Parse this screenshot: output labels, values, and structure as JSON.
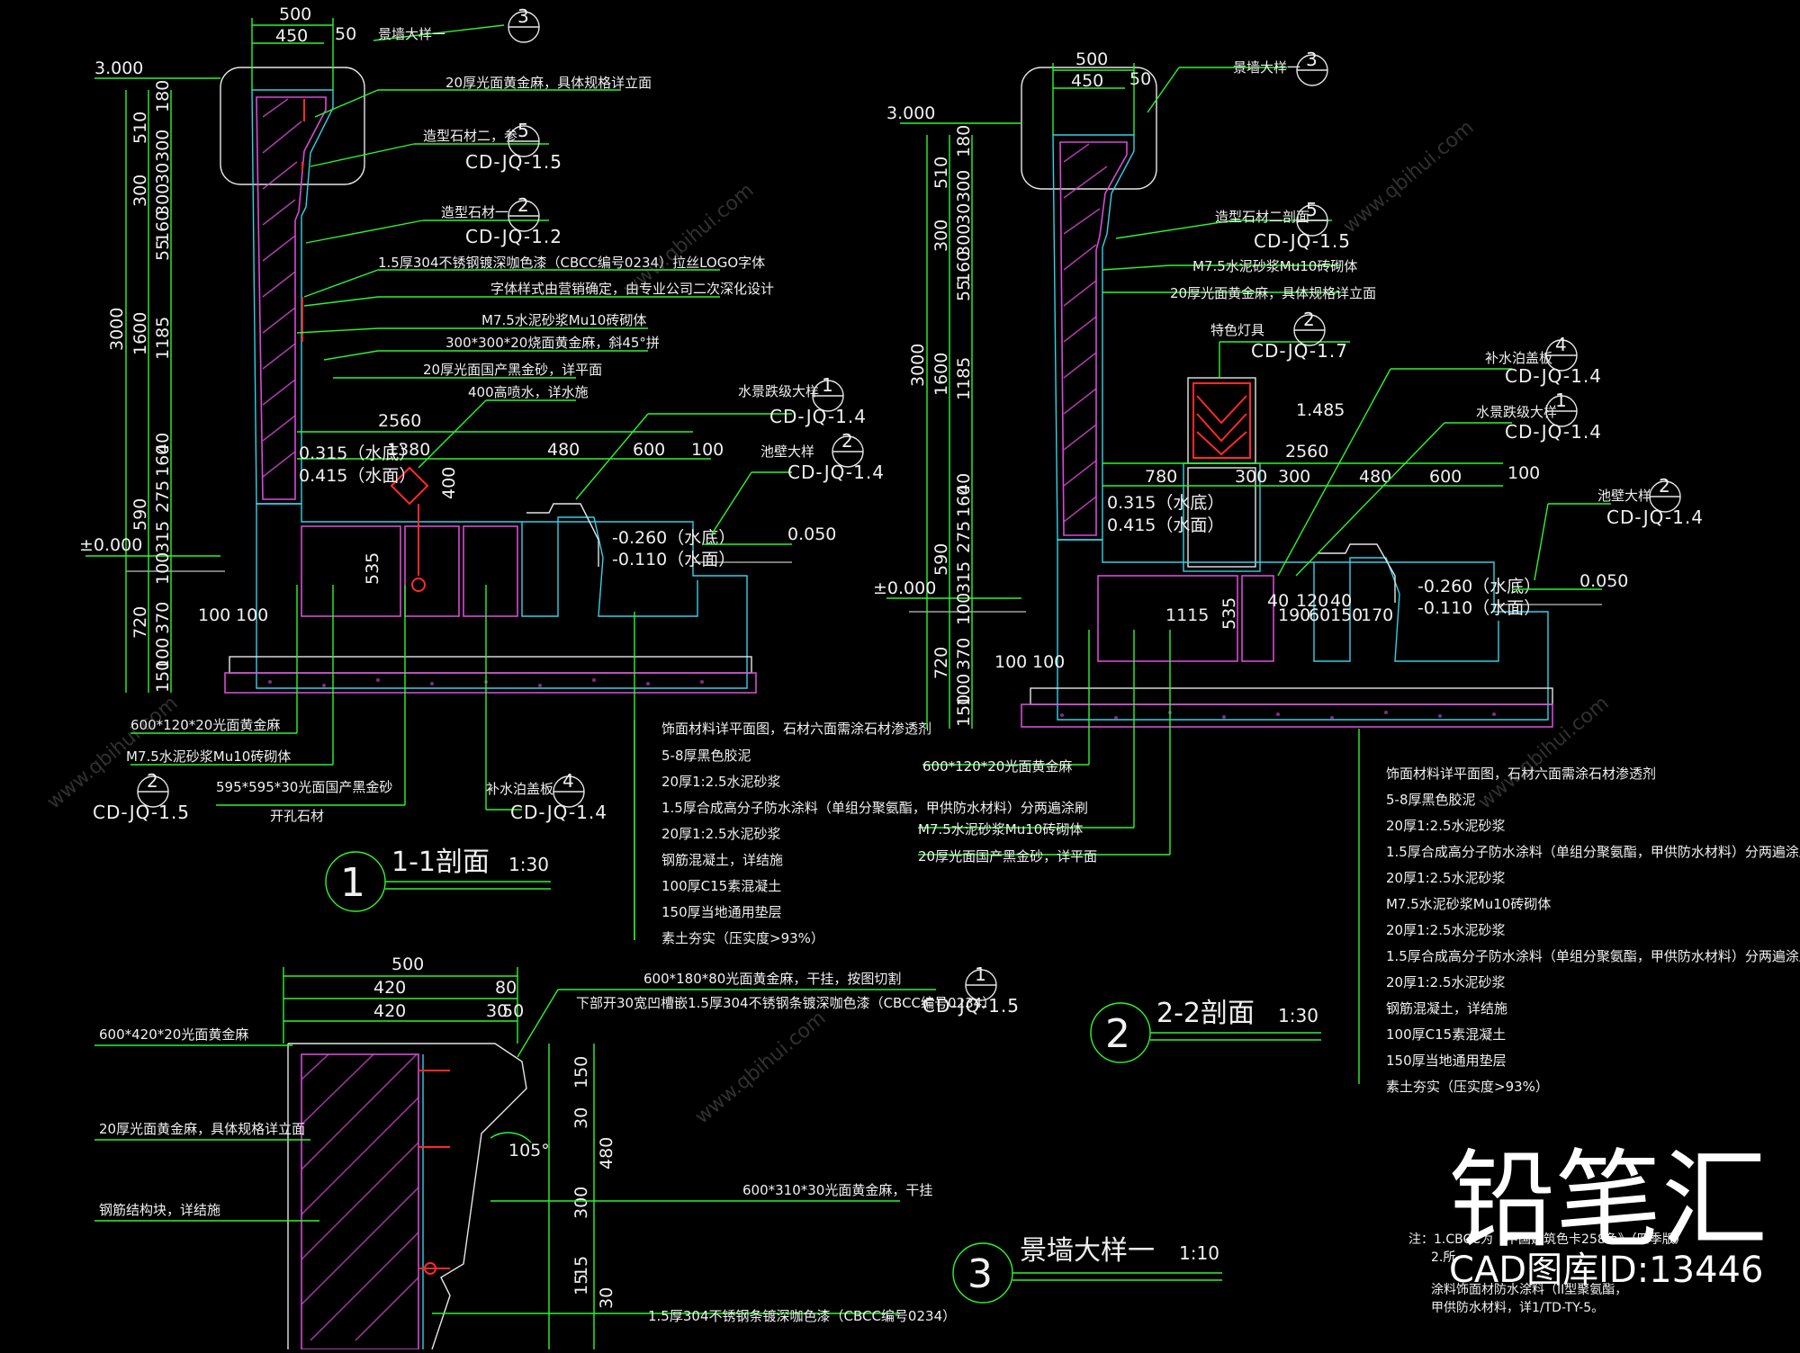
{
  "watermark": {
    "brand": "铅笔汇",
    "cad_id": "CAD图库ID:13446",
    "url": "www.qbihui.com"
  },
  "section1": {
    "title": "1-1剖面",
    "scale": "1:30",
    "symbol": "1",
    "dims_top": [
      "500",
      "450",
      "50"
    ],
    "elev_top": "3.000",
    "elev_zero": "±0.000",
    "dims_left_outer": [
      "510",
      "300",
      "1600",
      "590",
      "720",
      "3000"
    ],
    "dims_left_inner": [
      "180",
      "300",
      "30",
      "300",
      "160",
      "55",
      "1185",
      "40",
      "160",
      "275",
      "315",
      "100",
      "370",
      "100",
      "150"
    ],
    "water_bottom": "0.315（水底）",
    "water_surface": "0.415（水面）",
    "pool_dims": [
      "1380",
      "2560",
      "480",
      "600",
      "100",
      "400",
      "535",
      "100",
      "100"
    ],
    "pool2_bottom": "-0.260（水底）",
    "pool2_surface": "-0.110（水面）",
    "ground": "0.050",
    "labels": [
      "20厚光面黄金麻，具体规格详立面",
      "造型石材二，参",
      "造型石材一",
      "1.5厚304不锈钢镀深咖色漆（CBCC编号0234）拉丝LOGO字体",
      "字体样式由营销确定，由专业公司二次深化设计",
      "M7.5水泥砂浆Mu10砖砌体",
      "300*300*20烧面黄金麻，斜45°拼",
      "20厚光面国产黑金砂，详平面",
      "400高喷水，详水施",
      "水景跌级大样",
      "池壁大样",
      "景墙大样一",
      "600*120*20光面黄金麻",
      "M7.5水泥砂浆Mu10砖砌体",
      "595*595*30光面国产黑金砂",
      "开孔石材",
      "补水泊盖板"
    ],
    "refs": [
      {
        "num": "3",
        "code": ""
      },
      {
        "num": "5",
        "code": "CD-JQ-1.5"
      },
      {
        "num": "2",
        "code": "CD-JQ-1.2"
      },
      {
        "num": "1",
        "code": "CD-JQ-1.4"
      },
      {
        "num": "2",
        "code": "CD-JQ-1.4"
      },
      {
        "num": "2",
        "code": "CD-JQ-1.5"
      },
      {
        "num": "4",
        "code": "CD-JQ-1.4"
      }
    ],
    "layers": [
      "饰面材料详平面图，石材六面需涂石材渗透剂",
      "5-8厚黑色胶泥",
      "20厚1:2.5水泥砂浆",
      "1.5厚合成高分子防水涂料（单组分聚氨酯，甲供防水材料）分两遍涂刷",
      "20厚1:2.5水泥砂浆",
      "钢筋混凝土，详结施",
      "100厚C15素混凝土",
      "150厚当地通用垫层",
      "素土夯实（压实度>93%）"
    ]
  },
  "section2": {
    "title": "2-2剖面",
    "scale": "1:30",
    "symbol": "2",
    "dims_top": [
      "500",
      "450",
      "50"
    ],
    "elev_top": "3.000",
    "elev_zero": "±0.000",
    "dims_left_outer": [
      "510",
      "300",
      "1600",
      "590",
      "720",
      "3000"
    ],
    "dims_left_inner": [
      "180",
      "300",
      "30",
      "300",
      "160",
      "55",
      "1185",
      "40",
      "160",
      "275",
      "315",
      "100",
      "370",
      "100",
      "150"
    ],
    "lamp_elev": "1.485",
    "water_bottom": "0.315（水底）",
    "water_surface": "0.415（水面）",
    "pool_dims": [
      "2560",
      "780",
      "300",
      "300",
      "480",
      "600",
      "100",
      "1115",
      "535",
      "40",
      "120",
      "40",
      "190",
      "60",
      "150",
      "170",
      "100",
      "100"
    ],
    "pool2_bottom": "-0.260（水底）",
    "pool2_surface": "-0.110（水面）",
    "ground": "0.050",
    "labels": [
      "景墙大样一",
      "造型石材二剖面",
      "M7.5水泥砂浆Mu10砖砌体",
      "20厚光面黄金麻，具体规格详立面",
      "特色灯具",
      "补水泊盖板",
      "水景跌级大样",
      "池壁大样",
      "600*120*20光面黄金麻",
      "M7.5水泥砂浆Mu10砖砌体",
      "20厚光面国产黑金砂，详平面"
    ],
    "refs": [
      {
        "num": "3",
        "code": ""
      },
      {
        "num": "5",
        "code": "CD-JQ-1.5"
      },
      {
        "num": "2",
        "code": "CD-JQ-1.7"
      },
      {
        "num": "4",
        "code": "CD-JQ-1.4"
      },
      {
        "num": "1",
        "code": "CD-JQ-1.4"
      },
      {
        "num": "2",
        "code": "CD-JQ-1.4"
      }
    ],
    "layers": [
      "饰面材料详平面图，石材六面需涂石材渗透剂",
      "5-8厚黑色胶泥",
      "20厚1:2.5水泥砂浆",
      "1.5厚合成高分子防水涂料（单组分聚氨酯，甲供防水材料）分两遍涂刷",
      "20厚1:2.5水泥砂浆",
      "M7.5水泥砂浆Mu10砖砌体",
      "20厚1:2.5水泥砂浆",
      "1.5厚合成高分子防水涂料（单组分聚氨酯，甲供防水材料）分两遍涂刷",
      "20厚1:2.5水泥砂浆",
      "钢筋混凝土，详结施",
      "100厚C15素混凝土",
      "150厚当地通用垫层",
      "素土夯实（压实度>93%）"
    ]
  },
  "section3": {
    "title": "景墙大样一",
    "scale": "1:10",
    "symbol": "3",
    "dims_top": [
      "500",
      "420",
      "80",
      "420",
      "30",
      "50"
    ],
    "dims_right": [
      "150",
      "30",
      "480",
      "300",
      "15",
      "15",
      "30"
    ],
    "angle": "105°",
    "labels": [
      "600*420*20光面黄金麻",
      "20厚光面黄金麻，具体规格详立面",
      "钢筋结构块，详结施",
      "600*180*80光面黄金麻，干挂，按图切割",
      "下部开30宽凹槽嵌1.5厚304不锈钢条镀深咖色漆（CBCC编号0234）",
      "600*310*30光面黄金麻，干挂",
      "1.5厚304不锈钢条镀深咖色漆（CBCC编号0234）"
    ],
    "ref": {
      "num": "1",
      "code": "CD-JQ-1.5"
    }
  },
  "notes": [
    "注：1.CBCC为《中国建筑色卡258色》（四季版）",
    "2.所",
    "涂料饰面材防水涂料（II型聚氨酯，",
    "甲供防水材料，详1/TD-TY-5。"
  ]
}
